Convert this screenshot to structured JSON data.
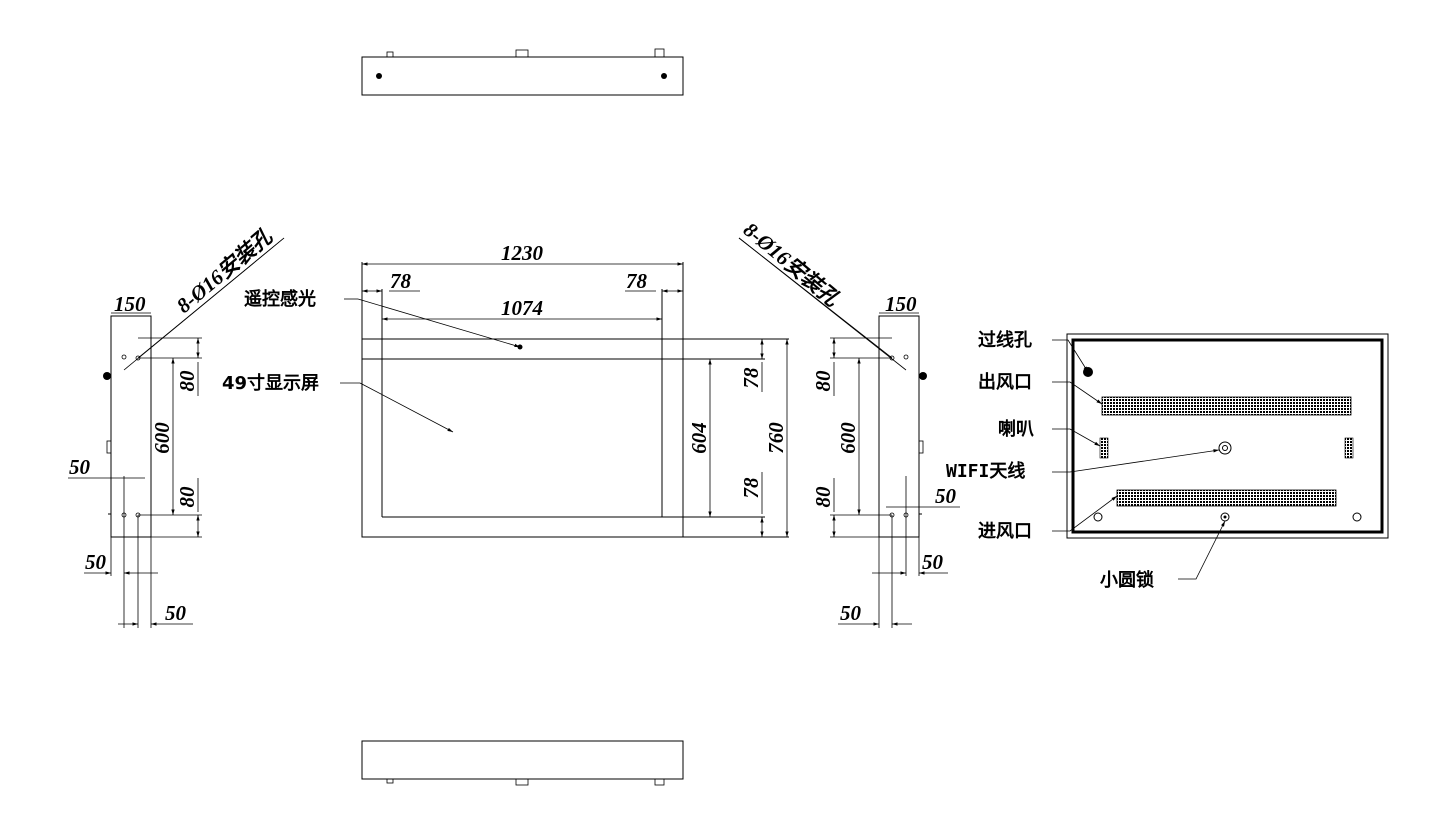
{
  "front_view": {
    "width": "1230",
    "frame_left": "78",
    "frame_right": "78",
    "screen_width": "1074",
    "frame_top": "78",
    "frame_bottom": "78",
    "screen_height": "604",
    "height": "760",
    "ir_sensor_label": "遥控感光",
    "screen_label": "49寸显示屏"
  },
  "side_view_left": {
    "depth": "150",
    "holes_label": "8-Ø16安装孔",
    "top_offset": "80",
    "hole_pitch": "600",
    "bottom_offset": "80",
    "dim_50_a": "50",
    "dim_50_b": "50",
    "dim_50_c": "50"
  },
  "side_view_right": {
    "depth": "150",
    "holes_label": "8-Ø16安装孔",
    "top_offset": "80",
    "hole_pitch": "600",
    "bottom_offset": "80",
    "dim_50_a": "50",
    "dim_50_b": "50",
    "dim_50_c": "50"
  },
  "rear_view": {
    "cable_hole": "过线孔",
    "air_outlet": "出风口",
    "speaker": "喇叭",
    "wifi_antenna": "WIFI天线",
    "air_inlet": "进风口",
    "small_lock": "小圆锁"
  }
}
